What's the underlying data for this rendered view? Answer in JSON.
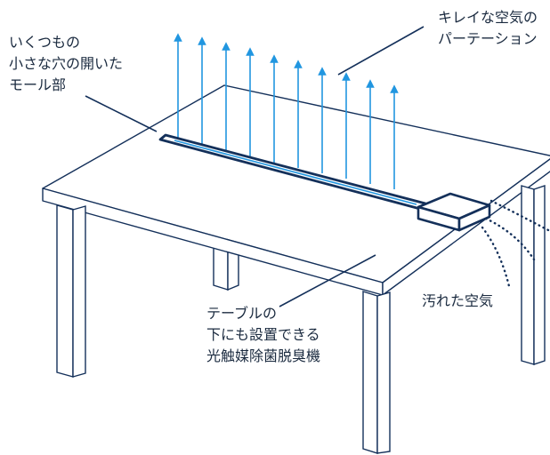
{
  "labels": {
    "mall_part": [
      "いくつもの",
      "小さな穴の開いた",
      "モール部"
    ],
    "clean_air": [
      "キレイな空気の",
      "パーテーション"
    ],
    "dirty_air": [
      "汚れた空気"
    ],
    "device": [
      "テーブルの",
      "下にも設置できる",
      "光触媒除菌脱臭機"
    ]
  },
  "colors": {
    "outline": "#14305a",
    "arrow": "#2196e0",
    "text": "#1a2a3f"
  }
}
